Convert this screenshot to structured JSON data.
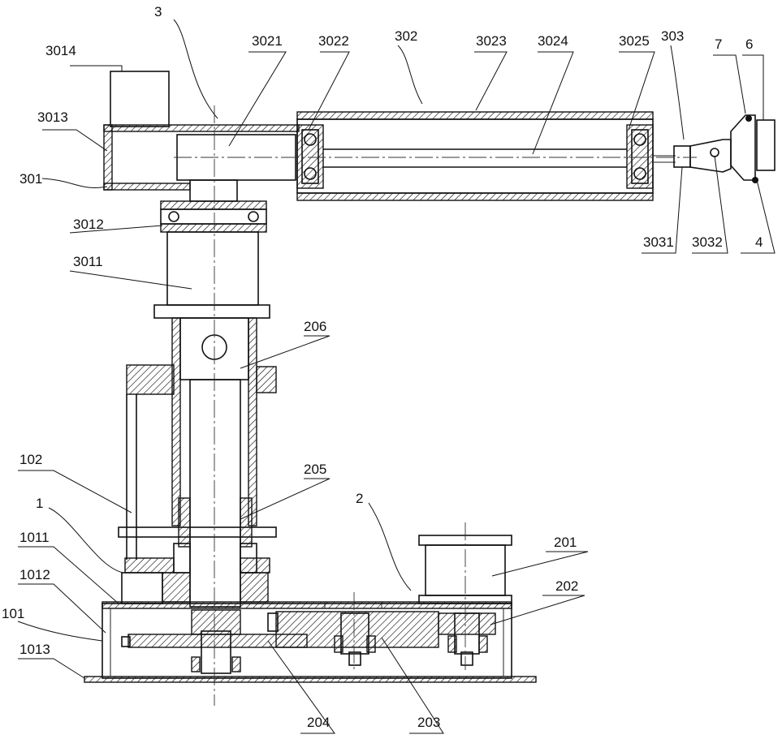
{
  "labels": {
    "l3": "3",
    "l3014": "3014",
    "l3013": "3013",
    "l301": "301",
    "l3012": "3012",
    "l3011": "3011",
    "l3021": "3021",
    "l3022": "3022",
    "l302": "302",
    "l3023": "3023",
    "l3024": "3024",
    "l3025": "3025",
    "l303": "303",
    "l7": "7",
    "l6": "6",
    "l3031": "3031",
    "l3032": "3032",
    "l4": "4",
    "l206": "206",
    "l205": "205",
    "l102": "102",
    "l1": "1",
    "l1011": "1011",
    "l1012": "1012",
    "l101": "101",
    "l1013": "1013",
    "l2": "2",
    "l201": "201",
    "l202": "202",
    "l204": "204",
    "l203": "203"
  }
}
